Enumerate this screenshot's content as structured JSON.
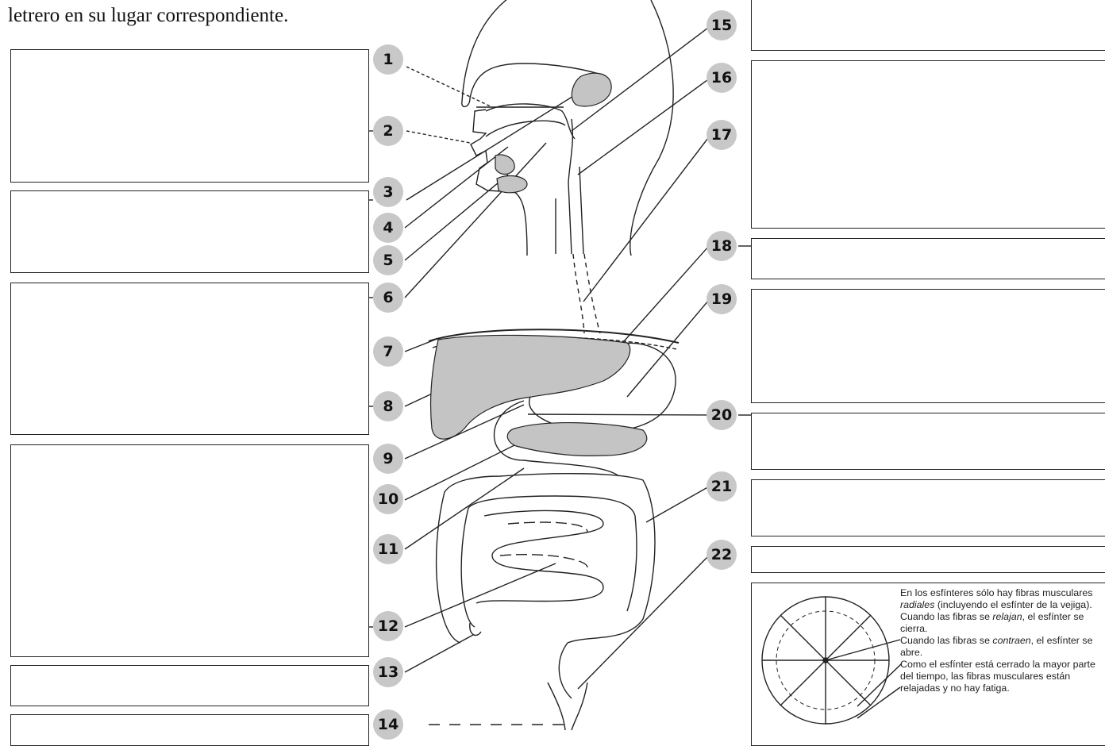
{
  "intro_text": "letrero en su lugar correspondiente.",
  "labels": [
    "1",
    "2",
    "3",
    "4",
    "5",
    "6",
    "7",
    "8",
    "9",
    "10",
    "11",
    "12",
    "13",
    "14",
    "15",
    "16",
    "17",
    "18",
    "19",
    "20",
    "21",
    "22"
  ],
  "sphincter_note": {
    "line1_before": "En los esfínteres sólo hay fibras musculares ",
    "line1_emph": "radiales",
    "line1_after": " (incluyendo el esfínter de la vejiga).",
    "line2_before": "Cuando las fibras se ",
    "line2_emph": "relajan",
    "line2_after": ", el esfínter se cierra.",
    "line3_before": "Cuando las fibras se ",
    "line3_emph": "contraen",
    "line3_after": ", el esfínter se abre.",
    "line4": "Como el esfínter está cerrado la mayor parte del tiempo, las fibras musculares están relajadas y no hay fatiga."
  },
  "colors": {
    "organ_fill": "#c4c4c4",
    "badge_fill": "#c8c8c8",
    "line": "#222222"
  }
}
